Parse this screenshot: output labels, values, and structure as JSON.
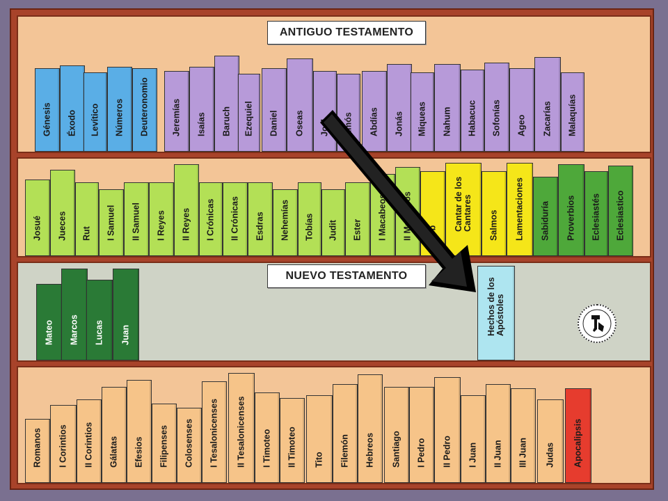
{
  "headings": {
    "old_testament": "ANTIGUO TESTAMENTO",
    "new_testament": "NUEVO TESTAMENTO"
  },
  "colors": {
    "pentateuch": "#5aaee6",
    "prophets": "#b79ad9",
    "historical": "#b3e056",
    "wisdom_yellow": "#f5e619",
    "wisdom_green": "#4ea83a",
    "gospels": "#2a7a36",
    "acts": "#aee5f0",
    "epistles": "#f6c489",
    "revelation": "#e63c2e",
    "shelf_wood": "#f3c597",
    "arrow": "#000000"
  },
  "shelf1": {
    "pentateuch": [
      "Génesis",
      "Éxodo",
      "Levítico",
      "Números",
      "Deuteronomio"
    ],
    "prophets": [
      "Jeremías",
      "Isaías",
      "Baruch",
      "Ezequiel",
      "Daniel",
      "Oseas",
      "Joel",
      "Amós",
      "Abdías",
      "Jonás",
      "Miqueas",
      "Nahum",
      "Habacuc",
      "Sofonías",
      "Ageo",
      "Zacarías",
      "Malaquías"
    ]
  },
  "shelf2": {
    "historical": [
      "Josué",
      "Jueces",
      "Rut",
      "I Samuel",
      "II Samuel",
      "I Reyes",
      "II Reyes",
      "I Crónicas",
      "II Crónicas",
      "Esdras",
      "Nehemías",
      "Tobías",
      "Judit",
      "Ester",
      "I Macabeos",
      "II Macabeos"
    ],
    "wisdom_yellow": [
      "Job",
      "Cantar de los\nCantares",
      "Salmos",
      "Lamentaciones"
    ],
    "wisdom_green": [
      "Sabiduría",
      "Proverbios",
      "Eclesiastés",
      "Eclesiastico"
    ]
  },
  "shelf3": {
    "gospels": [
      "Mateo",
      "Marcos",
      "Lucas",
      "Juan"
    ],
    "acts": "Hechos de los\nApóstoles"
  },
  "shelf4": {
    "epistles": [
      "Romanos",
      "I Corintios",
      "II Corintios",
      "Gálatas",
      "Efesios",
      "Filipenses",
      "Colosenses",
      "I Tesalonicenses",
      "II Tesalonicenses",
      "I Timoteo",
      "II Timoteo",
      "Tito",
      "Filemón",
      "Hebreos",
      "Santiago",
      "I Pedro",
      "II Pedro",
      "I Juan",
      "II Juan",
      "III Juan",
      "Judas"
    ],
    "revelation": "Apocalipsis"
  }
}
